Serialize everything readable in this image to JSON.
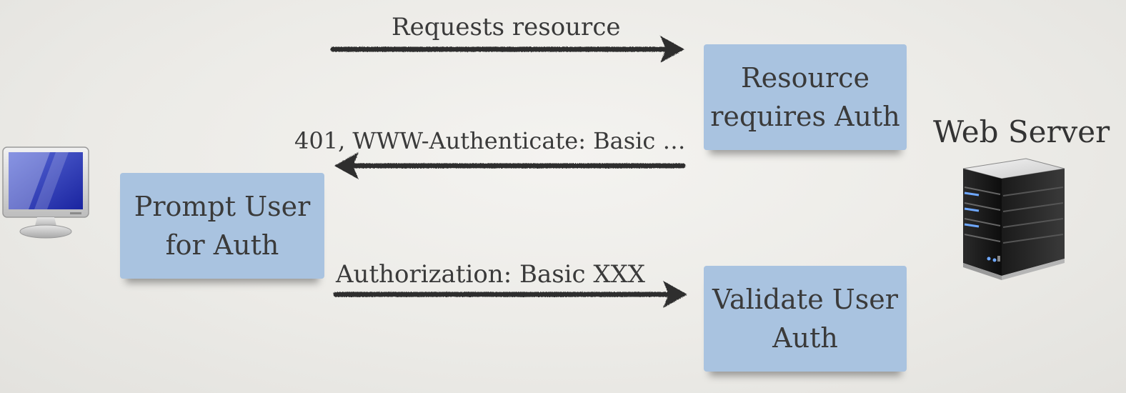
{
  "diagram": {
    "arrows": {
      "request": "Requests resource",
      "challenge": "401, WWW-Authenticate: Basic …",
      "authorization": "Authorization: Basic XXX"
    },
    "boxes": {
      "resource_requires_auth": "Resource\nrequires Auth",
      "prompt_user": "Prompt User\nfor Auth",
      "validate_user": "Validate User\nAuth"
    },
    "server_label": "Web Server",
    "icons": {
      "client": "computer-monitor-icon",
      "server": "server-tower-icon"
    },
    "colors": {
      "box_fill": "#a9c3e0",
      "arrow": "#2e2e2e",
      "text": "#3a3a3a"
    }
  }
}
